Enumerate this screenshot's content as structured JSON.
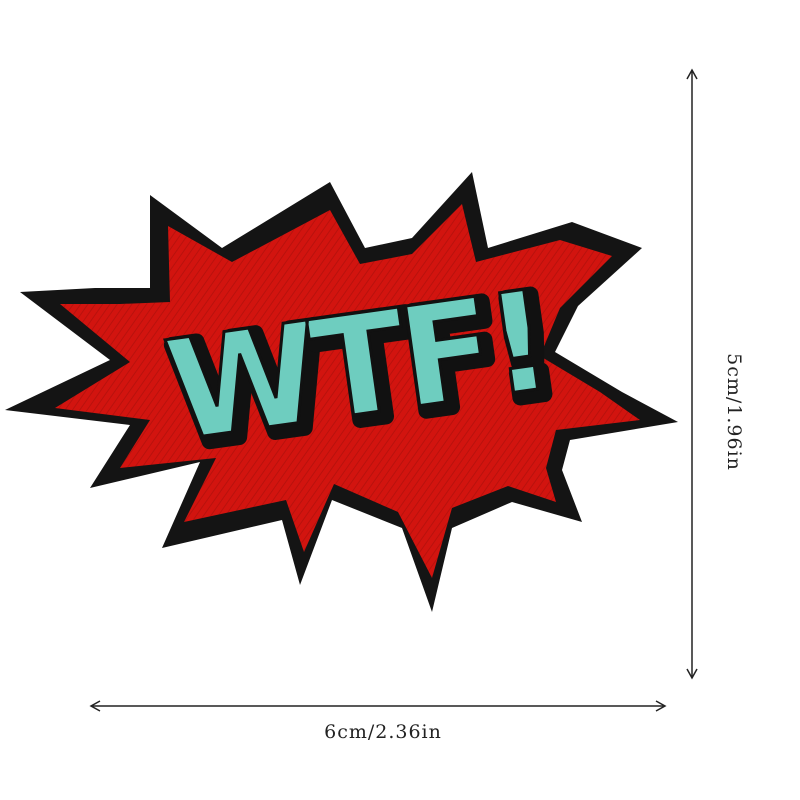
{
  "patch": {
    "text": "WTF!",
    "colors": {
      "burst_fill": "#d2140f",
      "outline": "#141414",
      "letters": "#6ecdbf",
      "letter_outline": "#111111"
    }
  },
  "dimensions": {
    "width_label": "6cm/2.36in",
    "height_label": "5cm/1.96in",
    "line_color": "#222222"
  }
}
